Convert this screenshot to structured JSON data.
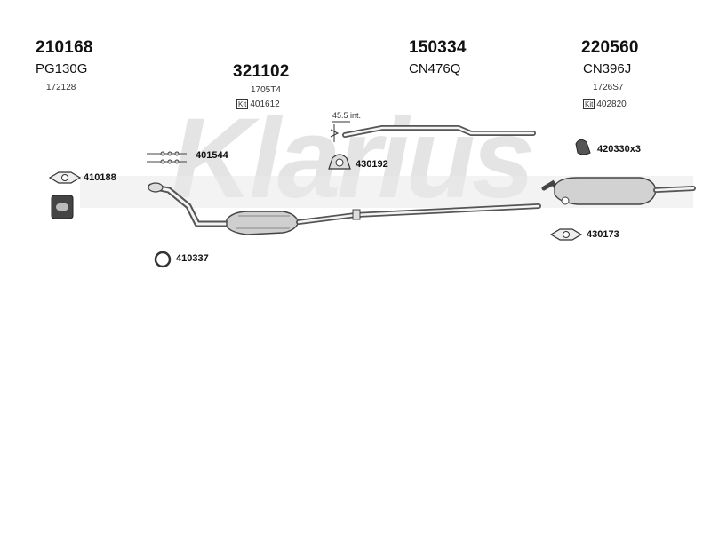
{
  "watermark": "Klarius",
  "groups": [
    {
      "part": "210168",
      "code": "PG130G",
      "ref": "172128"
    },
    {
      "part": "321102",
      "ref": "1705T4",
      "kit": "401612"
    },
    {
      "part": "150334",
      "code": "CN476Q"
    },
    {
      "part": "220560",
      "code": "CN396J",
      "ref": "1726S7",
      "kit": "402820"
    }
  ],
  "kit_tag": "Kit",
  "pipe_dimension": "45.5 int.",
  "callouts": {
    "gasket_front": "410188",
    "bolts": "401544",
    "clamp_mid": "430192",
    "hanger_rear": "420330x3",
    "clamp_rear": "430173",
    "ring": "410337"
  }
}
